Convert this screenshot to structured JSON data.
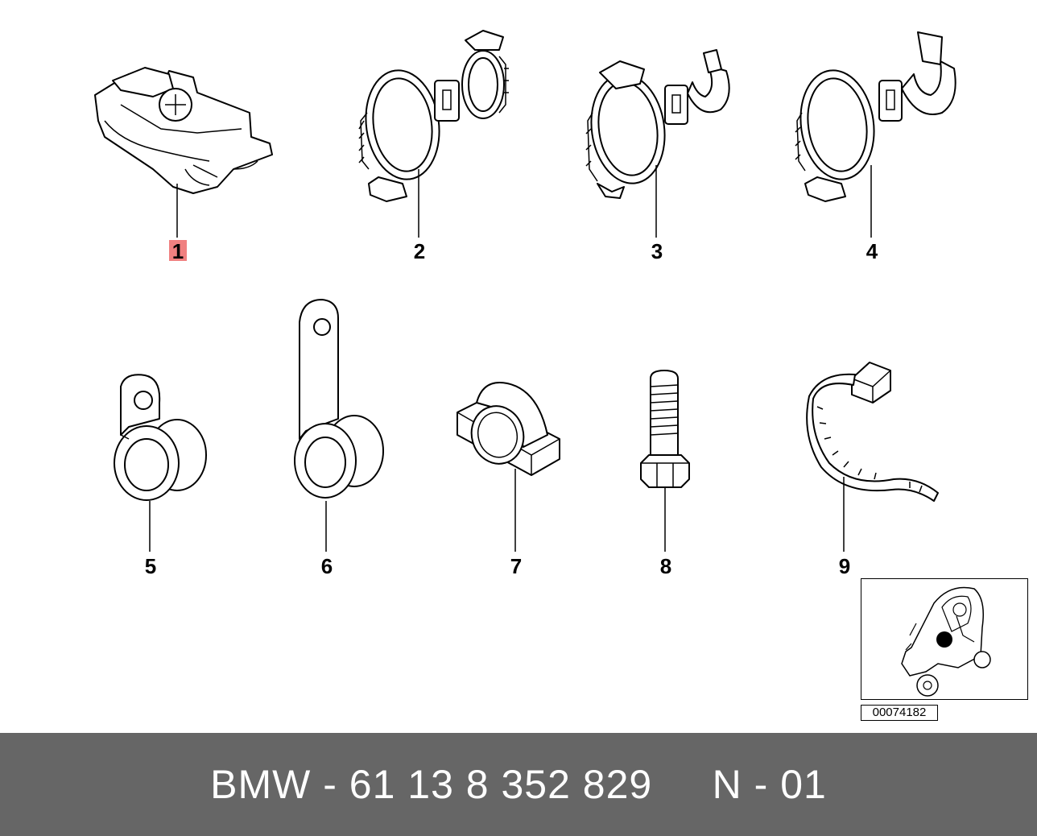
{
  "parts": [
    {
      "number": "1",
      "highlighted": true
    },
    {
      "number": "2"
    },
    {
      "number": "3"
    },
    {
      "number": "4"
    },
    {
      "number": "5"
    },
    {
      "number": "6"
    },
    {
      "number": "7"
    },
    {
      "number": "8"
    },
    {
      "number": "9"
    }
  ],
  "inset": {
    "code": "00074182"
  },
  "footer": {
    "text": "BMW - 61 13 8 352 829     N - 01"
  },
  "colors": {
    "highlight": "#f08080",
    "footer_bg": "#666666",
    "footer_text": "#ffffff"
  }
}
